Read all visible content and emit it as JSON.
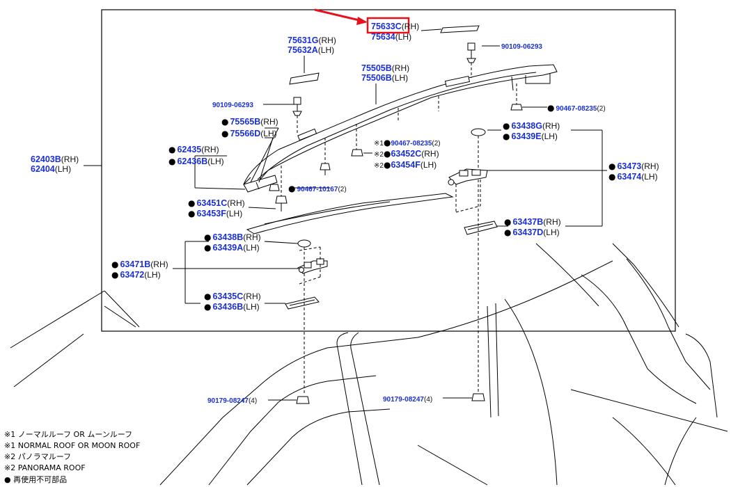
{
  "parts": {
    "p75633C": {
      "num": "75633C",
      "side": "(RH)"
    },
    "p75634": {
      "num": "75634",
      "side": "(LH)"
    },
    "p75631G": {
      "num": "75631G",
      "side": "(RH)"
    },
    "p75632A": {
      "num": "75632A",
      "side": "(LH)"
    },
    "p90109a": {
      "num": "90109-06293"
    },
    "p90109b": {
      "num": "90109-06293"
    },
    "p75505B": {
      "num": "75505B",
      "side": "(RH)"
    },
    "p75506B": {
      "num": "75506B",
      "side": "(LH)"
    },
    "p90467a": {
      "num": "90467-08235",
      "qty": "(2)"
    },
    "p75565B": {
      "num": "75565B",
      "side": "(RH)"
    },
    "p75566D": {
      "num": "75566D",
      "side": "(LH)"
    },
    "p63438G": {
      "num": "63438G",
      "side": "(RH)"
    },
    "p63439E": {
      "num": "63439E",
      "side": "(LH)"
    },
    "p62435": {
      "num": "62435",
      "side": "(RH)"
    },
    "p62436B": {
      "num": "62436B",
      "side": "(LH)"
    },
    "p90467b": {
      "num": "90467-08235",
      "qty": "(2)",
      "mark": "※1"
    },
    "p63452C": {
      "num": "63452C",
      "side": "(RH)",
      "mark": "※2"
    },
    "p63454F": {
      "num": "63454F",
      "side": "(LH)",
      "mark": "※2"
    },
    "p62403B": {
      "num": "62403B",
      "side": "(RH)"
    },
    "p62404": {
      "num": "62404",
      "side": "(LH)"
    },
    "p63473": {
      "num": "63473",
      "side": "(RH)"
    },
    "p63474": {
      "num": "63474",
      "side": "(LH)"
    },
    "p90467c": {
      "num": "90467-10167",
      "qty": "(2)"
    },
    "p63451C": {
      "num": "63451C",
      "side": "(RH)"
    },
    "p63453F": {
      "num": "63453F",
      "side": "(LH)"
    },
    "p63437B": {
      "num": "63437B",
      "side": "(RH)"
    },
    "p63437D": {
      "num": "63437D",
      "side": "(LH)"
    },
    "p63438B": {
      "num": "63438B",
      "side": "(RH)"
    },
    "p63439A": {
      "num": "63439A",
      "side": "(LH)"
    },
    "p63471B": {
      "num": "63471B",
      "side": "(RH)"
    },
    "p63472": {
      "num": "63472",
      "side": "(LH)"
    },
    "p63435C": {
      "num": "63435C",
      "side": "(RH)"
    },
    "p63436B": {
      "num": "63436B",
      "side": "(LH)"
    },
    "p90179a": {
      "num": "90179-08247",
      "qty": "(4)"
    },
    "p90179b": {
      "num": "90179-08247",
      "qty": "(4)"
    }
  },
  "bullet_symbol": "●",
  "legend": {
    "n1_jp": "※1 ノーマルルーフ OR ムーンルーフ",
    "n1_en": "※1 NORMAL ROOF OR MOON ROOF",
    "n2_jp": "※2 パノラマルーフ",
    "n2_en": "※2 PANORAMA ROOF",
    "n3_jp": "● 再使用不可部品"
  },
  "colors": {
    "part_number": "#1a2fd6",
    "highlight": "#e8101a",
    "line": "#000000"
  }
}
